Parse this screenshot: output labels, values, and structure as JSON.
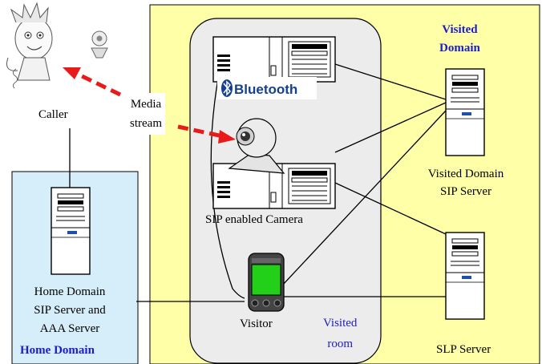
{
  "visited_domain": {
    "label_line1": "Visited",
    "label_line2": "Domain",
    "zone_color": "#ffffa8"
  },
  "home_domain": {
    "label": "Home Domain",
    "zone_color": "#d6eefa"
  },
  "visited_room": {
    "label_line1": "Visited",
    "label_line2": "room",
    "zone_color": "#ececec"
  },
  "caller": {
    "label": "Caller"
  },
  "media_stream": {
    "label_line1": "Media",
    "label_line2": "stream",
    "arrow_color": "#e81a1a"
  },
  "bluetooth": {
    "text": "Bluetooth",
    "icon": "bluetooth-icon"
  },
  "camera": {
    "label": "SIP enabled Camera"
  },
  "visitor": {
    "label": "Visitor",
    "device_icon": "pda-icon"
  },
  "visited_sip_server": {
    "label_line1": "Visited Domain",
    "label_line2": "SIP Server"
  },
  "home_sip_server": {
    "label_line1": "Home Domain",
    "label_line2": "SIP Server and",
    "label_line3": "AAA Server"
  },
  "slp_server": {
    "label": "SLP Server"
  },
  "text_color_blue": "#1c1cc8"
}
